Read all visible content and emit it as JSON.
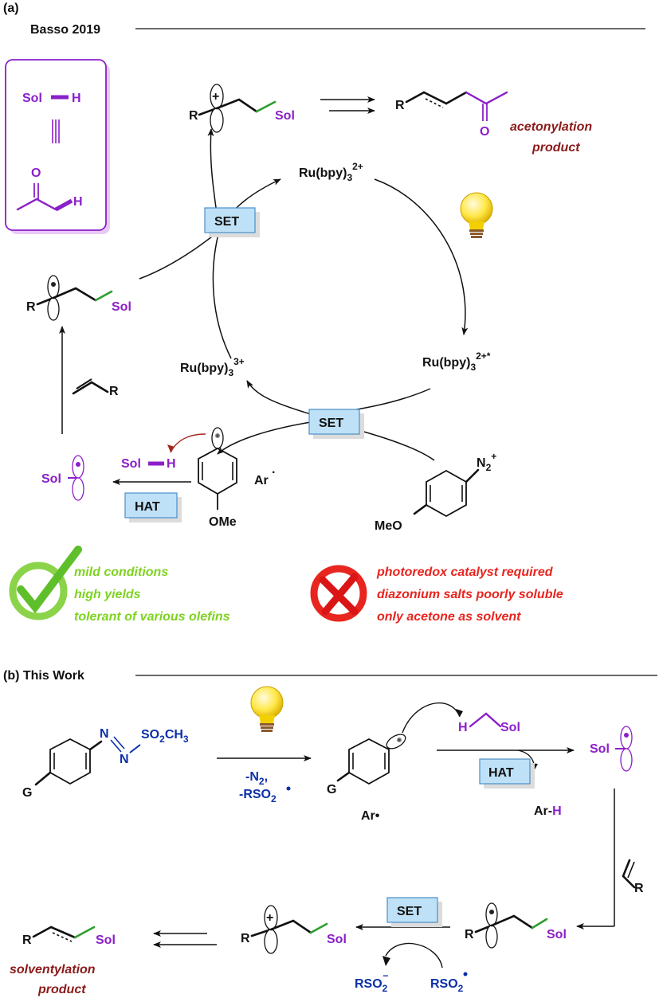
{
  "panel_a": {
    "label": "(a)",
    "header": "Basso 2019",
    "inset": {
      "sol_h": "Sol",
      "h": "H",
      "ketone_o": "O",
      "ketone_h": "H"
    },
    "cation_radical": {
      "r": "R",
      "sol": "Sol",
      "charge": "+"
    },
    "product": {
      "r": "R",
      "o": "O",
      "caption_line1": "acetonylation",
      "caption_line2": "product"
    },
    "ru_ground": "Ru(bpy)",
    "ru_ground_sub": "3",
    "ru_ground_sup": "2+",
    "ru_excited": "Ru(bpy)",
    "ru_excited_sub": "3",
    "ru_excited_sup": "2+*",
    "ru_oxidized": "Ru(bpy)",
    "ru_oxidized_sub": "3",
    "ru_oxidized_sup": "3+",
    "set_top": "SET",
    "set_mid": "SET",
    "hat": "HAT",
    "radical_adduct": {
      "r": "R",
      "sol": "Sol"
    },
    "olefin_r": "R",
    "sol_radical": "Sol",
    "sol_h": {
      "sol": "Sol",
      "h": "H"
    },
    "aryl_radical": {
      "label": "Ar",
      "ome": "OMe"
    },
    "diazonium": {
      "meo": "MeO",
      "n2": "N",
      "n2_sub": "2",
      "n2_sup": "+"
    },
    "pros": [
      "mild conditions",
      "high yields",
      "tolerant of various olefins"
    ],
    "cons": [
      "photoredox catalyst required",
      "diazonium salts poorly soluble",
      "only acetone as solvent"
    ]
  },
  "panel_b": {
    "header": "(b) This Work",
    "reagent": {
      "g": "G",
      "n1": "N",
      "n2": "N",
      "so2": "SO",
      "so2_sub": "2",
      "ch3": "CH",
      "ch3_sub": "3"
    },
    "conditions": {
      "line1": "-N",
      "line1_sub": "2",
      "line1_end": ",",
      "line2": "-RSO",
      "line2_sub": "2"
    },
    "aryl": {
      "g": "G",
      "label": "Ar•"
    },
    "h_sol": {
      "h": "H",
      "sol": "Sol"
    },
    "hat": "HAT",
    "ar_h": {
      "ar": "Ar-",
      "h": "H"
    },
    "sol_radical": "Sol",
    "olefin_r": "R",
    "radical_adduct": {
      "r": "R",
      "sol": "Sol"
    },
    "set": "SET",
    "cation": {
      "r": "R",
      "sol": "Sol",
      "charge": "+"
    },
    "rso2_minus": {
      "text": "RSO",
      "sub": "2",
      "sup": "−"
    },
    "rso2_radical": {
      "text": "RSO",
      "sub": "2"
    },
    "product": {
      "r": "R",
      "sol": "Sol",
      "caption_line1": "solventylation",
      "caption_line2": "product"
    }
  },
  "colors": {
    "purple": "#8b1fc9",
    "blue": "#0b2fa8",
    "green": "#7ed321",
    "red": "#e8251f",
    "maroon": "#8b1a1a",
    "set_box": "#bfe1f7"
  }
}
